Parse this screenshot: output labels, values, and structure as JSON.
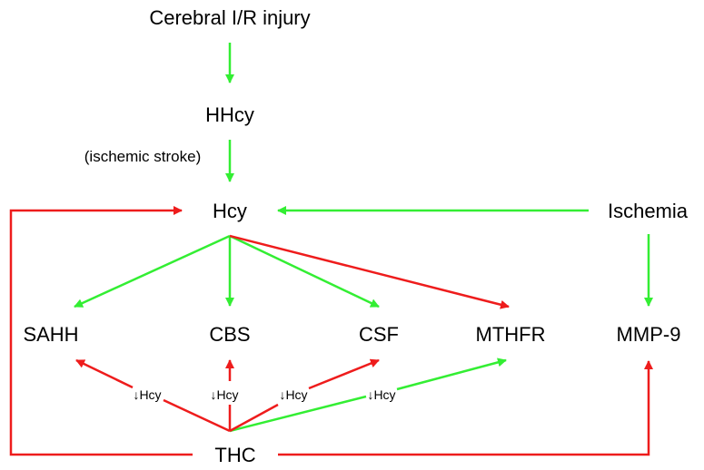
{
  "nodes": {
    "injury": "Cerebral I/R injury",
    "hhcy": "HHcy",
    "stroke_note": "(ischemic stroke)",
    "hcy": "Hcy",
    "ischemia": "Ischemia",
    "sahh": "SAHH",
    "cbs": "CBS",
    "csf": "CSF",
    "mthfr": "MTHFR",
    "mmp9": "MMP-9",
    "thc": "THC"
  },
  "edge_labels": {
    "thc_sahh": "↓Hcy",
    "thc_cbs": "↓Hcy",
    "thc_csf": "↓Hcy",
    "thc_mthfr": "↓Hcy"
  },
  "colors": {
    "green": "#33ee33",
    "red": "#ee1c1c"
  }
}
